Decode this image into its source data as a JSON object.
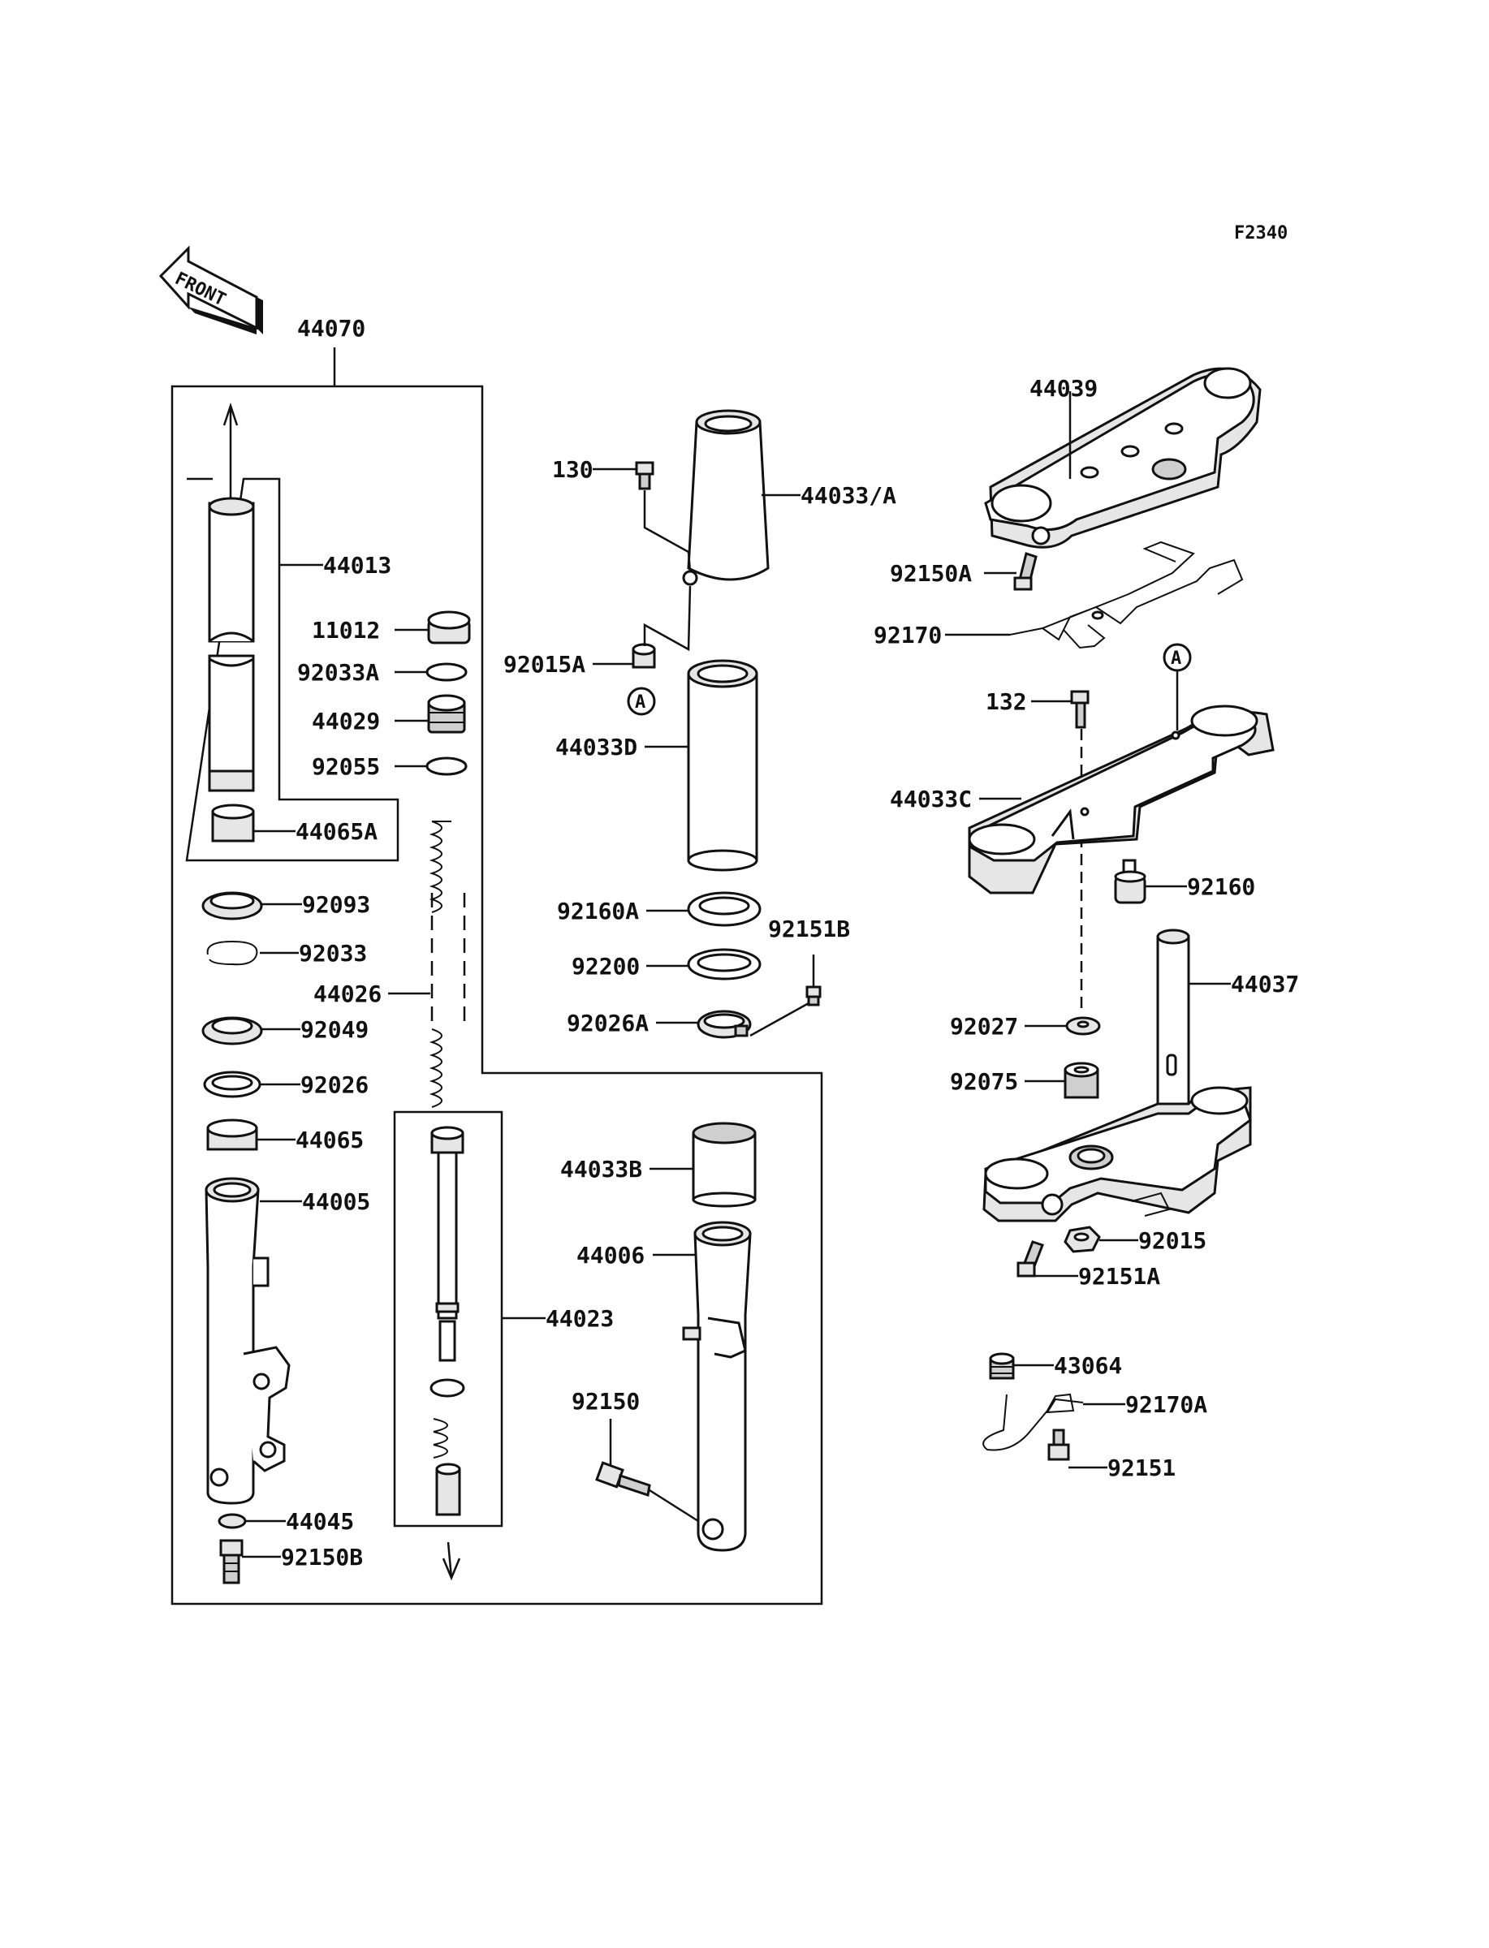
{
  "diagram_id": "F2340",
  "front_label": "FRONT",
  "callout_marker": "A",
  "labels": {
    "p44070": "44070",
    "p44013": "44013",
    "p11012": "11012",
    "p92033A": "92033A",
    "p44029": "44029",
    "p92055": "92055",
    "p44065A": "44065A",
    "p92093": "92093",
    "p92033": "92033",
    "p44026": "44026",
    "p92049": "92049",
    "p92026": "92026",
    "p44065": "44065",
    "p44005": "44005",
    "p44023": "44023",
    "p44045": "44045",
    "p92150B": "92150B",
    "p130": "130",
    "p44033A": "44033/A",
    "p92015A": "92015A",
    "p44033D": "44033D",
    "p92160A": "92160A",
    "p92151B": "92151B",
    "p92200": "92200",
    "p92026A": "92026A",
    "p44033B": "44033B",
    "p44006": "44006",
    "p92150": "92150",
    "p44039": "44039",
    "p92150A": "92150A",
    "p92170": "92170",
    "p132": "132",
    "p44033C": "44033C",
    "p92160": "92160",
    "p44037": "44037",
    "p92027": "92027",
    "p92075": "92075",
    "p92015": "92015",
    "p92151A": "92151A",
    "p43064": "43064",
    "p92170A": "92170A",
    "p92151": "92151"
  }
}
